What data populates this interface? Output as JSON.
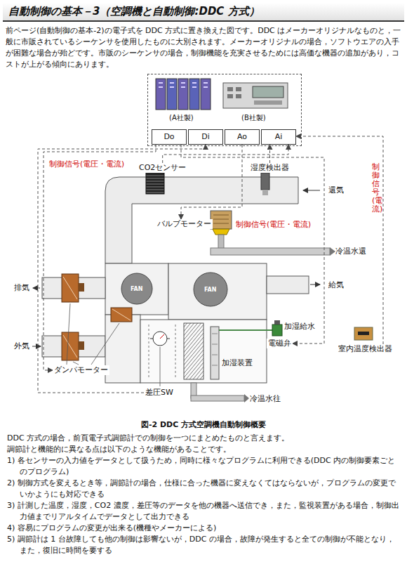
{
  "diagram": {
    "title": "自動制御の基本－3（空調機と自動制御:DDC 方式）",
    "caption": "図-2 DDC 方式空調機自動制御概要",
    "nodes": [
      {
        "text": [
          "(A社製)",
          "(B社製)"
        ]
      },
      {
        "text": [
          "Do"
        ],
        "in": 0
      },
      {
        "text": [
          "Di"
        ],
        "in": 0
      },
      {
        "text": [
          "Ao"
        ],
        "in": 0
      },
      {
        "text": [
          "Ai"
        ],
        "in": 0
      },
      {
        "text": [
          "CO2センサー"
        ]
      },
      {
        "text": [
          "湿度検出器"
        ]
      },
      {
        "text": [
          "バルブモーター"
        ]
      },
      {
        "text": [
          "室内温度検出器"
        ]
      },
      {
        "text": [
          "差圧SW"
        ]
      },
      {
        "text": [
          "ダンパモーター"
        ]
      },
      {
        "text": [
          "電磁弁"
        ]
      }
    ],
    "edges": [
      {
        "from": 5,
        "to": 4,
        "arrow": "to"
      },
      {
        "from": 6,
        "to": 4,
        "arrow": "to"
      },
      {
        "from": 3,
        "to": 7,
        "label": "制御信号(電圧・電流)",
        "arrow": "to"
      },
      {
        "from": 8,
        "to": 4,
        "label": "制御信号(電流)",
        "arrow": "to"
      },
      {
        "from": 9,
        "to": 2,
        "arrow": "to"
      },
      {
        "from": 1,
        "to": 10,
        "label": "制御信号(電圧・電流)",
        "arrow": "to"
      },
      {
        "from": 1,
        "to": 11,
        "arrow": "to"
      }
    ],
    "labels": [
      "前ページ(自動制御の基本-2)の電子式を DDC 方式に置き換えた図です。DDC はメーカーオリジナルなものと，一般に市販されているシーケンサを使用したものに大別されます。メーカーオリジナルの場合，ソフトウエアの入手が困難な場合が殆どです。市販のシーケンサの場合，制御機能を充実させるためには高価な機器の追加があり，コストが上がる傾向にあります。",
      "還気",
      "冷温水還",
      "給気",
      "排気",
      "外気",
      "FAN",
      "FAN",
      "加湿給水",
      "加湿装置",
      "冷温水往",
      "DDC 方式の場合，前頁電子式調節計での制御を一つにまとめたものと言えます。",
      "調節計と機能的に異なる点は以下のような機能があることです。",
      "1) 各センサーの入力値をデータとして扱うため，同時に様々なプログラムに利用できる(DDC 内の制御要素ごとのプログラム)",
      "2) 制御方式を変えるとき等，調節計の場合，仕様に合った機器に変えなくてはならないが，プログラムの変更でいかようにも対応できる",
      "3) 計測した温度，湿度，CO2 濃度，差圧等のデータを他の機器へ送信でき，また，監視装置がある場合，制御出力値までリアルタイムでデータとして出力できる",
      "4) 容易にプログラムの変更が出来る(機種やメーカーによる)",
      "5) 調節計は 1 台故障しても他の制御は影響ないが，DDC の場合，故障が発生すると全ての制御が不能となり，また，復旧に時間を要する"
    ]
  }
}
